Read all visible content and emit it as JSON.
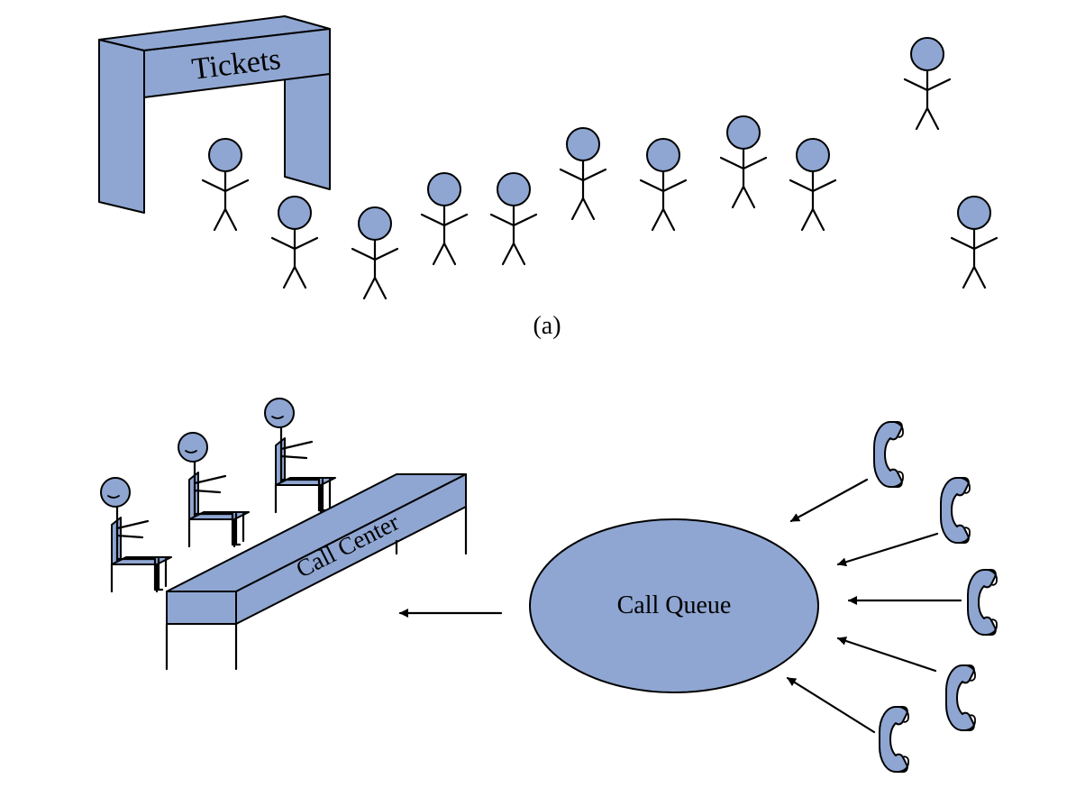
{
  "panel_a": {
    "booth_label": "Tickets",
    "caption": "(a)"
  },
  "panel_b": {
    "desk_label": "Call Center",
    "queue_label": "Call Queue"
  },
  "colors": {
    "fill": "#8FA6D2",
    "stroke": "#000000"
  }
}
